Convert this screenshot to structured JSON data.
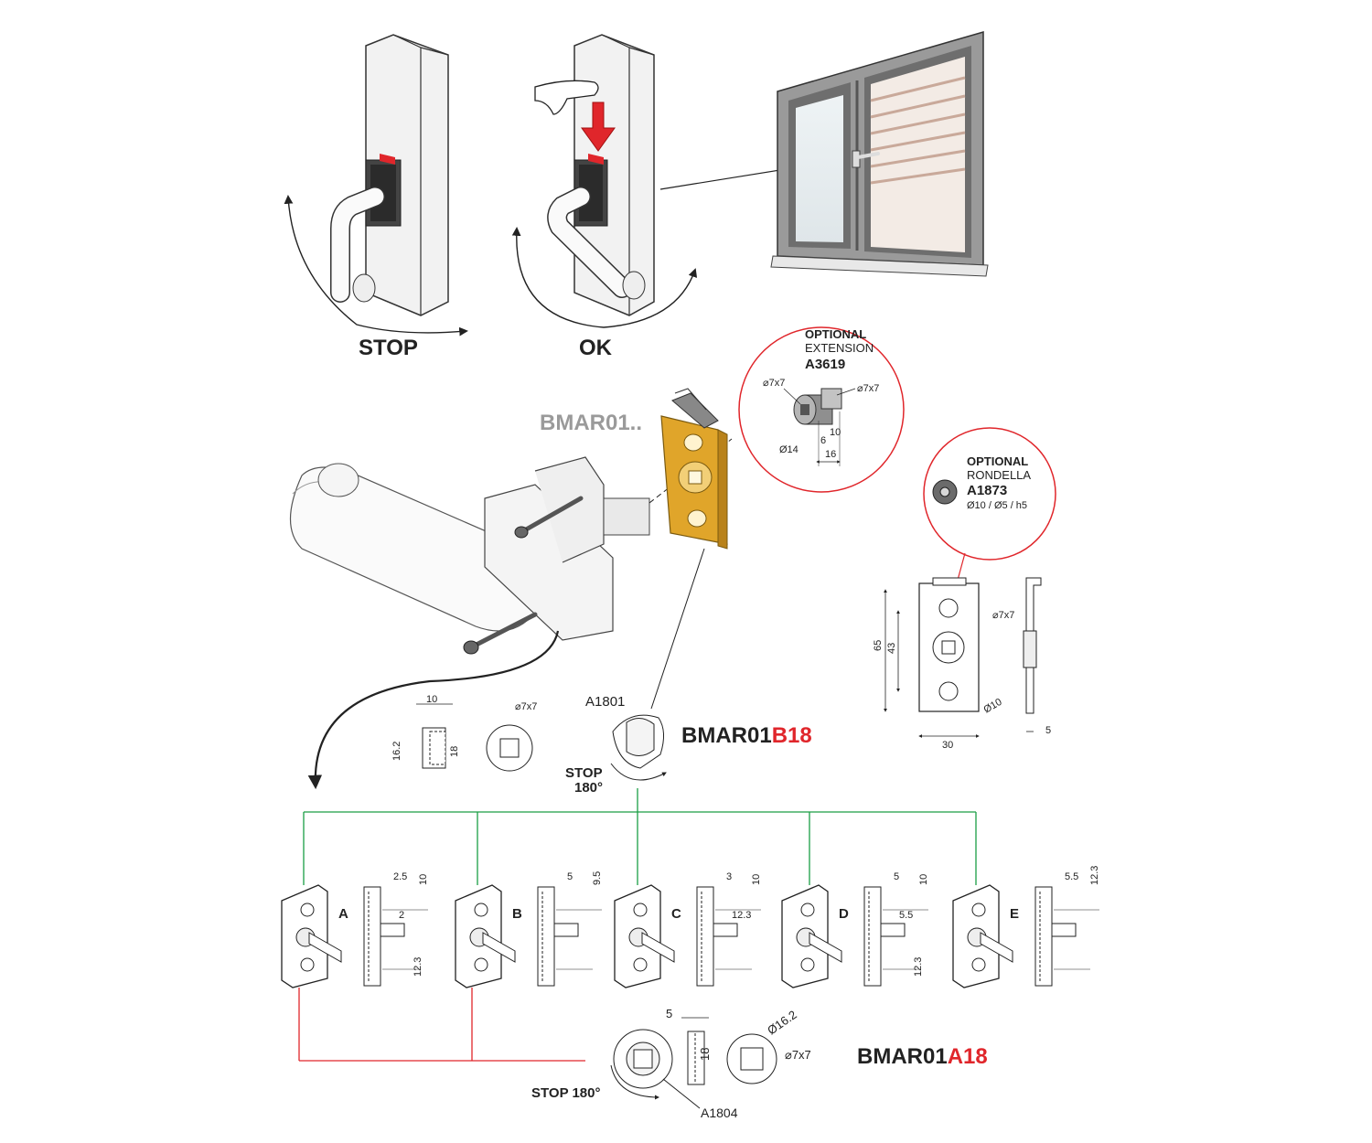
{
  "top": {
    "stop_label": "STOP",
    "ok_label": "OK"
  },
  "colors": {
    "accent_red": "#e0262b",
    "connector_green": "#1a9e45",
    "brass": "#e0a52a"
  },
  "optional_extension": {
    "line1": "OPTIONAL",
    "line2": "EXTENSION",
    "code": "A3619",
    "dim_left": "⌀7x7",
    "dim_right": "⌀7x7",
    "dim_dia": "Ø14",
    "dim_6": "6",
    "dim_10": "10",
    "dim_16": "16"
  },
  "optional_washer": {
    "line1": "OPTIONAL",
    "line2": "RONDELLA",
    "code": "A1873",
    "spec": "Ø10 / Ø5 / h5"
  },
  "product_gray": "BMAR01..",
  "plate_drawing": {
    "d65": "65",
    "d43": "43",
    "d30": "30",
    "d5": "5",
    "hole": "Ø10",
    "square": "⌀7x7"
  },
  "b18": {
    "code_black": "BMAR01",
    "code_red": "B18",
    "part": "A1801",
    "stop_line1": "STOP",
    "stop_line2": "180°",
    "d10": "10",
    "d162": "16.2",
    "d18": "18",
    "square": "⌀7x7"
  },
  "variants": [
    {
      "letter": "A",
      "dims": [
        "2.5",
        "10",
        "2",
        "12.3"
      ]
    },
    {
      "letter": "B",
      "dims": [
        "5",
        "9.5"
      ]
    },
    {
      "letter": "C",
      "dims": [
        "3",
        "10",
        "12.3"
      ]
    },
    {
      "letter": "D",
      "dims": [
        "5",
        "10",
        "5.5",
        "12.3"
      ]
    },
    {
      "letter": "E",
      "dims": [
        "5.5",
        "12.3"
      ]
    }
  ],
  "a18": {
    "code_black": "BMAR01",
    "code_red": "A18",
    "part": "A1804",
    "stop": "STOP 180°",
    "d5": "5",
    "d18": "18",
    "d162": "Ø16.2",
    "square": "⌀7x7"
  }
}
